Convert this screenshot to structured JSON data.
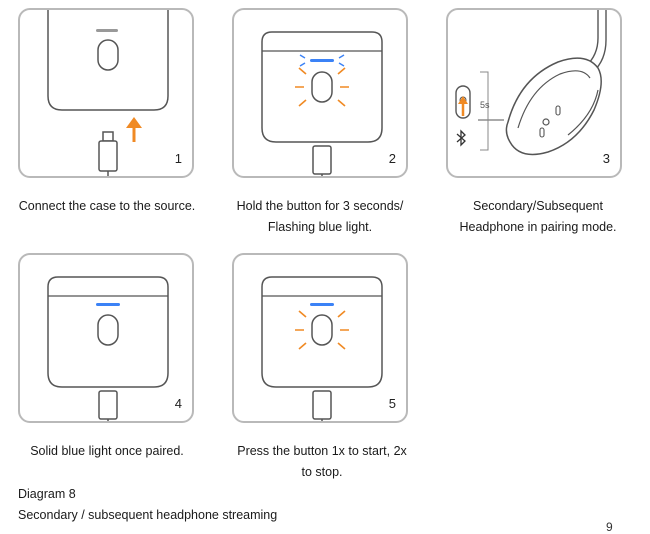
{
  "steps": [
    {
      "number": "1",
      "caption": [
        "Connect the case to the source."
      ]
    },
    {
      "number": "2",
      "caption": [
        "Hold the button for 3 seconds/",
        "Flashing blue light."
      ]
    },
    {
      "number": "3",
      "caption": [
        "Secondary/Subsequent",
        "Headphone in pairing mode."
      ],
      "timer_label": "5s"
    },
    {
      "number": "4",
      "caption": [
        "Solid blue light once paired."
      ]
    },
    {
      "number": "5",
      "caption": [
        "Press the button 1x to start, 2x",
        "to stop."
      ]
    }
  ],
  "diagram": {
    "label": "Diagram 8",
    "title": "Secondary / subsequent headphone streaming"
  },
  "page_number": "9",
  "colors": {
    "led_blue": "#3b82f6",
    "arrow_orange": "#f08a24",
    "line_gray": "#555555",
    "panel_border": "#b9b9b9"
  },
  "icons": [
    "arrow-up-icon",
    "bluetooth-icon",
    "usb-c-cable-icon"
  ]
}
